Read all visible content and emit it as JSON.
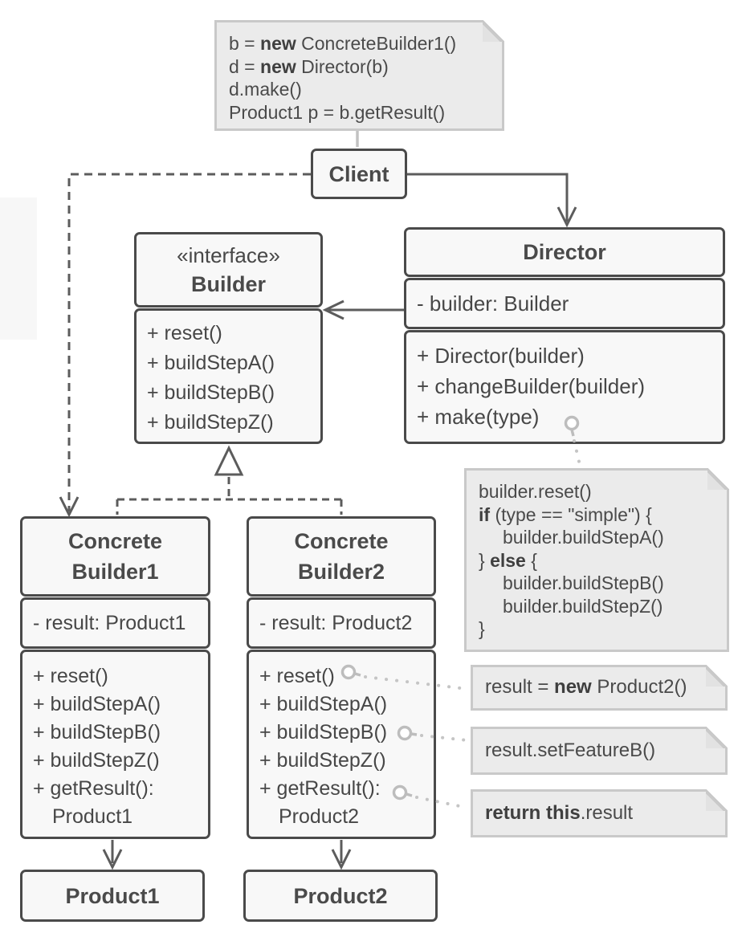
{
  "colors": {
    "class_border": "#4a4a4a",
    "class_fill": "#f8f8f8",
    "note_fill": "#ebebeb",
    "note_border": "#c9c9c9",
    "connector": "#5c5c5c",
    "callout": "#c2c2c2",
    "text": "#474747"
  },
  "client_note": {
    "lines": [
      {
        "pre": "b = ",
        "bold": "new",
        "post": " ConcreteBuilder1()"
      },
      {
        "pre": "d = ",
        "bold": "new",
        "post": " Director(b)"
      },
      {
        "pre": "d.make()",
        "bold": "",
        "post": ""
      },
      {
        "pre": "Product1 p = b.getResult()",
        "bold": "",
        "post": ""
      }
    ]
  },
  "classes": {
    "client": {
      "title": "Client"
    },
    "director": {
      "title": "Director",
      "attribute": "- builder: Builder",
      "methods": [
        "+ Director(builder)",
        "+ changeBuilder(builder)",
        "+ make(type)"
      ]
    },
    "builder": {
      "stereotype": "«interface»",
      "title": "Builder",
      "methods": [
        "+ reset()",
        "+ buildStepA()",
        "+ buildStepB()",
        "+ buildStepZ()"
      ]
    },
    "concrete_builder1": {
      "title_line1": "Concrete",
      "title_line2": "Builder1",
      "attribute": "- result: Product1",
      "methods": [
        "+ reset()",
        "+ buildStepA()",
        "+ buildStepB()",
        "+ buildStepZ()",
        "+ getResult():"
      ],
      "return_type_line": "Product1"
    },
    "concrete_builder2": {
      "title_line1": "Concrete",
      "title_line2": "Builder2",
      "attribute": "- result: Product2",
      "methods": [
        "+ reset()",
        "+ buildStepA()",
        "+ buildStepB()",
        "+ buildStepZ()",
        "+ getResult():"
      ],
      "return_type_line": "Product2"
    },
    "product1": {
      "title": "Product1"
    },
    "product2": {
      "title": "Product2"
    }
  },
  "make_note": {
    "lines": [
      {
        "pre": "builder.reset()",
        "bold": "",
        "post": ""
      },
      {
        "pre": "",
        "bold": "if",
        "post": " (type == \"simple\") {"
      },
      {
        "pre": "builder.buildStepA()",
        "bold": "",
        "post": ""
      },
      {
        "pre": "} ",
        "bold": "else",
        "post": " {"
      },
      {
        "pre": "builder.buildStepB()",
        "bold": "",
        "post": ""
      },
      {
        "pre": "builder.buildStepZ()",
        "bold": "",
        "post": ""
      },
      {
        "pre": "}",
        "bold": "",
        "post": ""
      }
    ]
  },
  "reset_note": {
    "pre": "result = ",
    "bold": "new",
    "post": " Product2()"
  },
  "feature_note": {
    "text": "result.setFeatureB()"
  },
  "return_note": {
    "pre": "",
    "bold": "return this",
    "post": ".result"
  }
}
